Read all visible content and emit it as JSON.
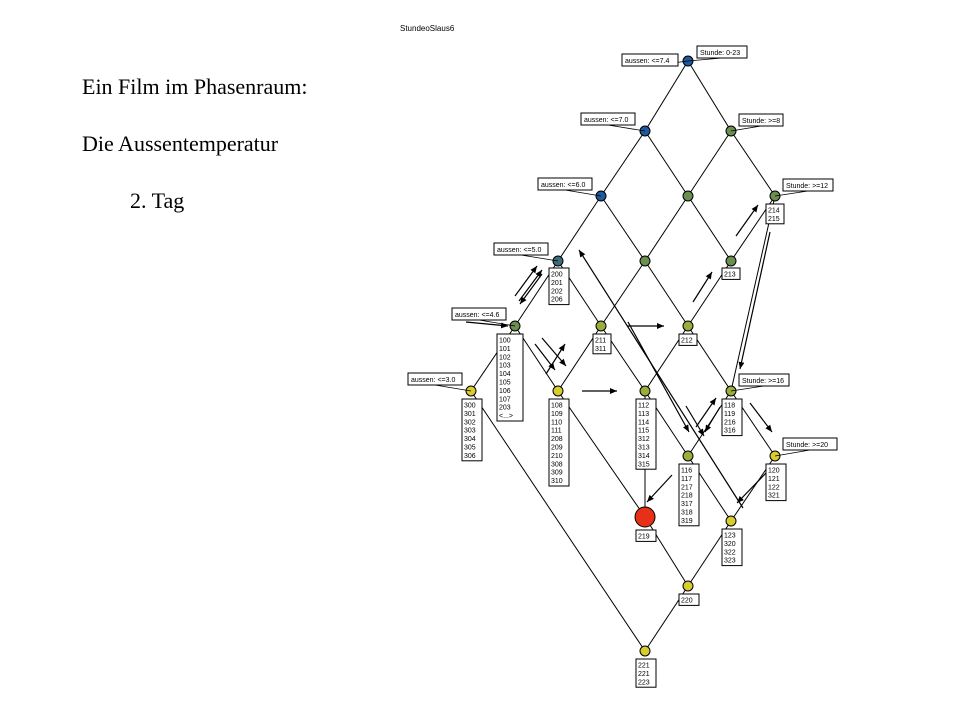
{
  "slide": {
    "title": "Ein Film im Phasenraum:",
    "subtitle": "Die Aussentemperatur",
    "day": "2. Tag"
  },
  "diagram": {
    "title": "StundeoSlaus6",
    "attribute_labels": [
      {
        "id": "a74",
        "text": "aussen: <=7.4"
      },
      {
        "id": "a70",
        "text": "aussen: <=7.0"
      },
      {
        "id": "a60",
        "text": "aussen: <=6.0"
      },
      {
        "id": "a50",
        "text": "aussen: <=5.0"
      },
      {
        "id": "a46",
        "text": "aussen: <=4.6"
      },
      {
        "id": "a30",
        "text": "aussen: <=3.0"
      },
      {
        "id": "s0",
        "text": "Stunde: 0-23"
      },
      {
        "id": "s8",
        "text": "Stunde: >=8"
      },
      {
        "id": "s12",
        "text": "Stunde: >=12"
      },
      {
        "id": "s16",
        "text": "Stunde: >=16"
      },
      {
        "id": "s20",
        "text": "Stunde: >=20"
      }
    ],
    "object_boxes": [
      {
        "id": "b214",
        "lines": [
          "214",
          "215"
        ]
      },
      {
        "id": "b213",
        "lines": [
          "213"
        ]
      },
      {
        "id": "b200",
        "lines": [
          "200",
          "201",
          "202",
          "206"
        ]
      },
      {
        "id": "b100",
        "lines": [
          "100",
          "101",
          "102",
          "103",
          "104",
          "105",
          "106",
          "107",
          "203",
          "<...>"
        ]
      },
      {
        "id": "b211",
        "lines": [
          "211",
          "311"
        ]
      },
      {
        "id": "b212",
        "lines": [
          "212"
        ]
      },
      {
        "id": "b300",
        "lines": [
          "300",
          "301",
          "302",
          "303",
          "304",
          "305",
          "306"
        ]
      },
      {
        "id": "b108",
        "lines": [
          "108",
          "109",
          "110",
          "111",
          "208",
          "209",
          "210",
          "308",
          "309",
          "310"
        ]
      },
      {
        "id": "b112",
        "lines": [
          "112",
          "113",
          "114",
          "115",
          "312",
          "313",
          "314",
          "315"
        ]
      },
      {
        "id": "b118",
        "lines": [
          "118",
          "119",
          "216",
          "316"
        ]
      },
      {
        "id": "b116",
        "lines": [
          "116",
          "117",
          "217",
          "218",
          "317",
          "318",
          "319"
        ]
      },
      {
        "id": "b120",
        "lines": [
          "120",
          "121",
          "122",
          "321"
        ]
      },
      {
        "id": "b219",
        "lines": [
          "219"
        ]
      },
      {
        "id": "b123",
        "lines": [
          "123",
          "320",
          "322",
          "323"
        ]
      },
      {
        "id": "b220",
        "lines": [
          "220"
        ]
      },
      {
        "id": "b221",
        "lines": [
          "221",
          "221",
          "223"
        ]
      }
    ],
    "colors": {
      "blue": "#1e5a9e",
      "teal": "#3b6e78",
      "green": "#6b8f50",
      "olive": "#9aae3c",
      "yellow": "#d8cc2e",
      "current": "#e83018"
    }
  }
}
